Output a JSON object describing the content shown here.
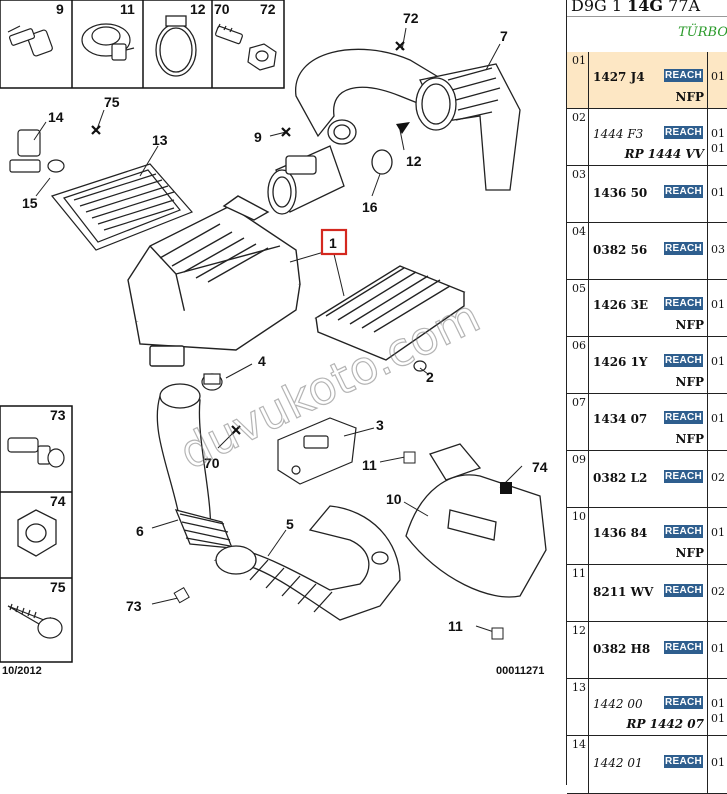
{
  "diagram": {
    "date_code": "10/2012",
    "drawing_number": "00011271",
    "watermark": "duvukoto.com",
    "inset_labels": [
      "9",
      "11",
      "12",
      "70",
      "72",
      "73",
      "74",
      "75"
    ],
    "callouts": {
      "c72": "72",
      "c7": "7",
      "c75": "75",
      "c14": "14",
      "c13": "13",
      "c9": "9",
      "c12": "12",
      "c16": "16",
      "c15": "15",
      "c1": "1",
      "c4": "4",
      "c2": "2",
      "c3": "3",
      "c70": "70",
      "c11a": "11",
      "c74": "74",
      "c10": "10",
      "c6": "6",
      "c5": "5",
      "c73": "73",
      "c11b": "11"
    }
  },
  "parts_table": {
    "header_line1_a": "D9G 1 ",
    "header_line1_b": "14G",
    "header_line1_c": " 77A",
    "header_line2": "TÜRBO",
    "rows": [
      {
        "index": "01",
        "ref": "1427 J4",
        "italic": false,
        "reach": "REACH",
        "sub": "NFP",
        "sub_italic": false,
        "qty": "01",
        "qty2": "",
        "selected": true
      },
      {
        "index": "02",
        "ref": "1444 F3",
        "italic": true,
        "reach": "REACH",
        "sub": "RP 1444 VV",
        "sub_italic": true,
        "qty": "01",
        "qty2": "01",
        "selected": false
      },
      {
        "index": "03",
        "ref": "1436 50",
        "italic": false,
        "reach": "REACH",
        "sub": "",
        "sub_italic": false,
        "qty": "01",
        "qty2": "",
        "selected": false
      },
      {
        "index": "04",
        "ref": "0382 56",
        "italic": false,
        "reach": "REACH",
        "sub": "",
        "sub_italic": false,
        "qty": "03",
        "qty2": "",
        "selected": false
      },
      {
        "index": "05",
        "ref": "1426 3E",
        "italic": false,
        "reach": "REACH",
        "sub": "NFP",
        "sub_italic": false,
        "qty": "01",
        "qty2": "",
        "selected": false
      },
      {
        "index": "06",
        "ref": "1426 1Y",
        "italic": false,
        "reach": "REACH",
        "sub": "NFP",
        "sub_italic": false,
        "qty": "01",
        "qty2": "",
        "selected": false
      },
      {
        "index": "07",
        "ref": "1434 07",
        "italic": false,
        "reach": "REACH",
        "sub": "NFP",
        "sub_italic": false,
        "qty": "01",
        "qty2": "",
        "selected": false
      },
      {
        "index": "09",
        "ref": "0382 L2",
        "italic": false,
        "reach": "REACH",
        "sub": "",
        "sub_italic": false,
        "qty": "02",
        "qty2": "",
        "selected": false
      },
      {
        "index": "10",
        "ref": "1436 84",
        "italic": false,
        "reach": "REACH",
        "sub": "NFP",
        "sub_italic": false,
        "qty": "01",
        "qty2": "",
        "selected": false
      },
      {
        "index": "11",
        "ref": "8211 WV",
        "italic": false,
        "reach": "REACH",
        "sub": "",
        "sub_italic": false,
        "qty": "02",
        "qty2": "",
        "selected": false
      },
      {
        "index": "12",
        "ref": "0382 H8",
        "italic": false,
        "reach": "REACH",
        "sub": "",
        "sub_italic": false,
        "qty": "01",
        "qty2": "",
        "selected": false
      },
      {
        "index": "13",
        "ref": "1442 00",
        "italic": true,
        "reach": "REACH",
        "sub": "RP 1442 07",
        "sub_italic": true,
        "qty": "01",
        "qty2": "01",
        "selected": false
      },
      {
        "index": "14",
        "ref": "1442 01",
        "italic": true,
        "reach": "REACH",
        "sub": "",
        "sub_italic": false,
        "qty": "01",
        "qty2": "",
        "selected": false
      }
    ]
  }
}
